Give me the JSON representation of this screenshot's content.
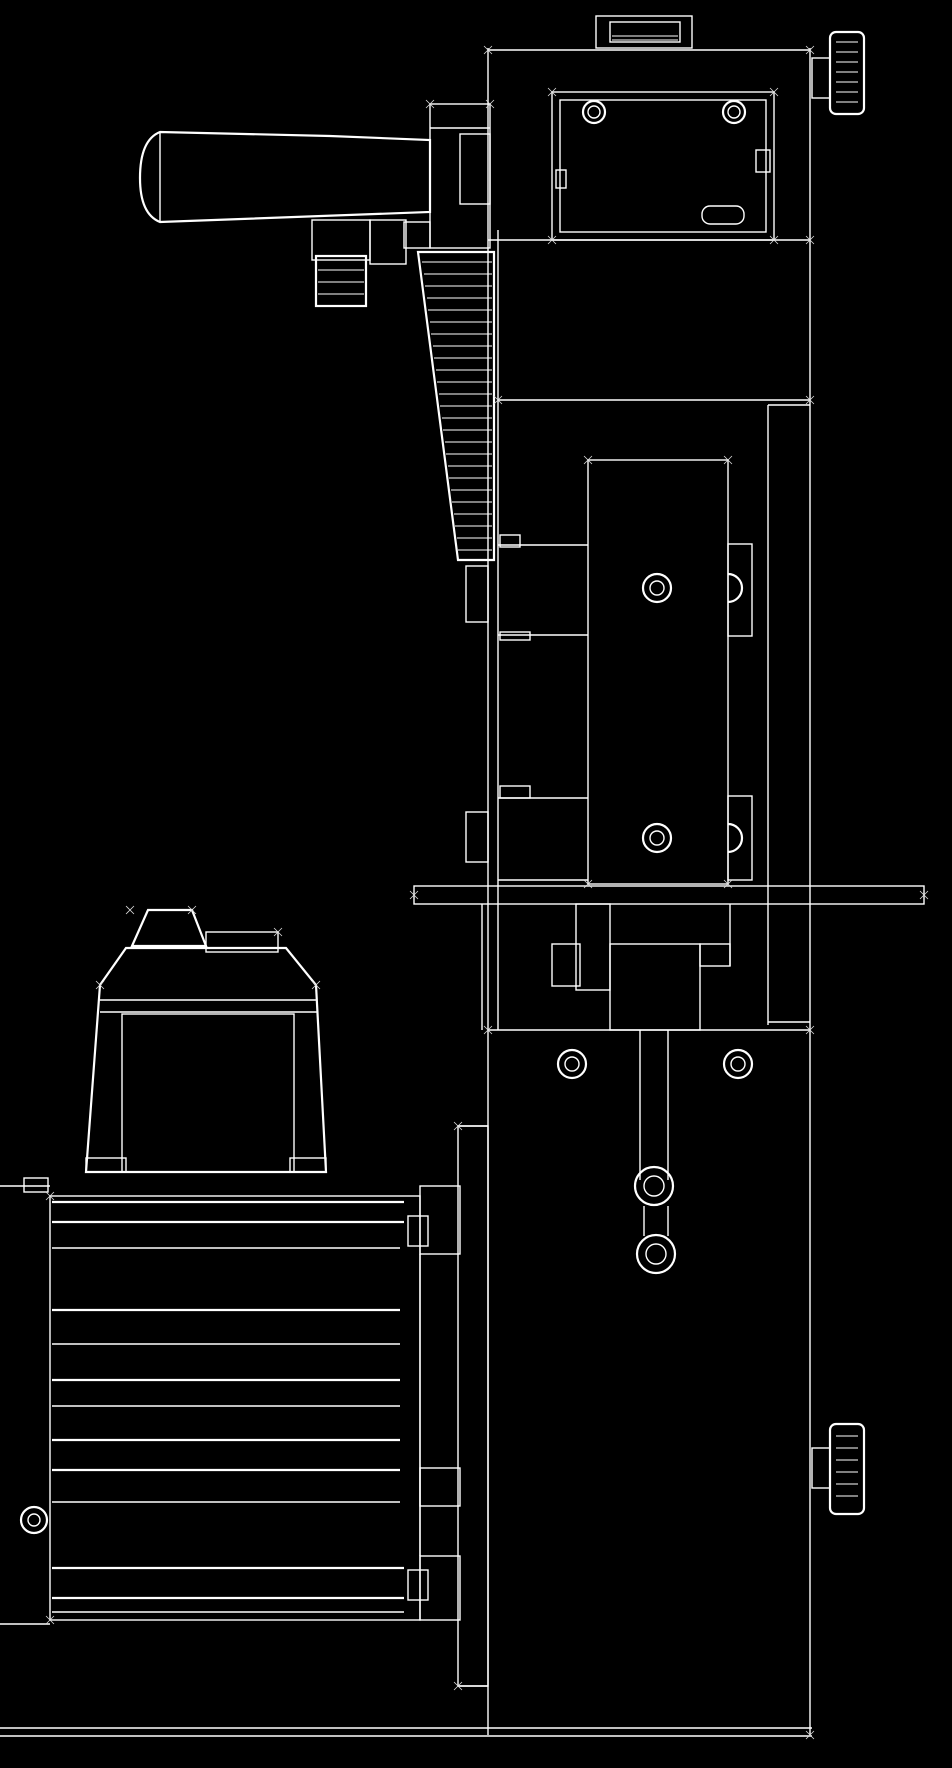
{
  "drawing": {
    "background": "#000000",
    "line_color": "#ffffff",
    "style": "line-art CAD elevation, no text"
  },
  "components": [
    {
      "id": "top-clamp-block",
      "icon": "block-outline"
    },
    {
      "id": "top-adjust-knob",
      "icon": "knurled-knob"
    },
    {
      "id": "upper-box",
      "icon": "rectangle-frame"
    },
    {
      "id": "handle-assembly",
      "icon": "lever-handle"
    },
    {
      "id": "wedge-spring",
      "icon": "tapered-spring"
    },
    {
      "id": "main-frame",
      "icon": "frame-outline"
    },
    {
      "id": "slide-plate",
      "icon": "rectangle-frame"
    },
    {
      "id": "cross-beam",
      "icon": "horizontal-bar"
    },
    {
      "id": "lower-panel",
      "icon": "rectangle-frame"
    },
    {
      "id": "motor-housing",
      "icon": "housing-outline"
    },
    {
      "id": "cooling-fin-stack",
      "icon": "fin-stack"
    },
    {
      "id": "bottom-adjust-knob",
      "icon": "knurled-knob"
    },
    {
      "id": "base-rail",
      "icon": "horizontal-bar"
    }
  ]
}
